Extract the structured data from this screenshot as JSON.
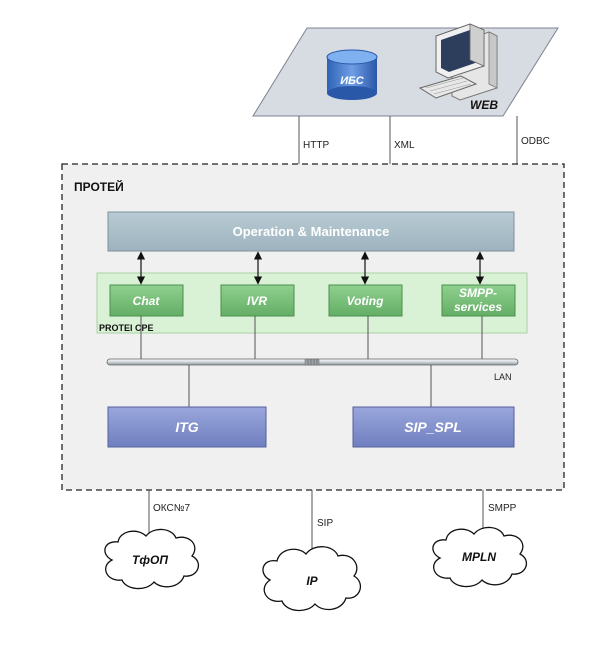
{
  "web_platform": {
    "db_label": "ИБС",
    "web_label": "WEB"
  },
  "links": {
    "http": "HTTP",
    "xml": "XML",
    "odbc": "ODBC",
    "oks": "ОКС№7",
    "sip": "SIP",
    "smpp": "SMPP"
  },
  "frame": {
    "title": "ПРОТЕЙ"
  },
  "om": {
    "label": "Operation & Maintenance"
  },
  "cpe": {
    "label": "PROTEI CPE",
    "modules": [
      "Chat",
      "IVR",
      "Voting",
      "SMPP-",
      "services"
    ]
  },
  "lan": {
    "label": "LAN"
  },
  "gateways": {
    "itg": "ITG",
    "sip_spl": "SIP_SPL"
  },
  "networks": {
    "tfop": "ТфОП",
    "ip": "IP",
    "mpln": "MPLN"
  },
  "colors": {
    "om_fill": "#a7bcc7",
    "cpe_bg": "#d9f2d5",
    "module_fill": "#7cc07e",
    "gateway_fill": "#7f8fca",
    "frame_bg": "#f0f0f0"
  }
}
